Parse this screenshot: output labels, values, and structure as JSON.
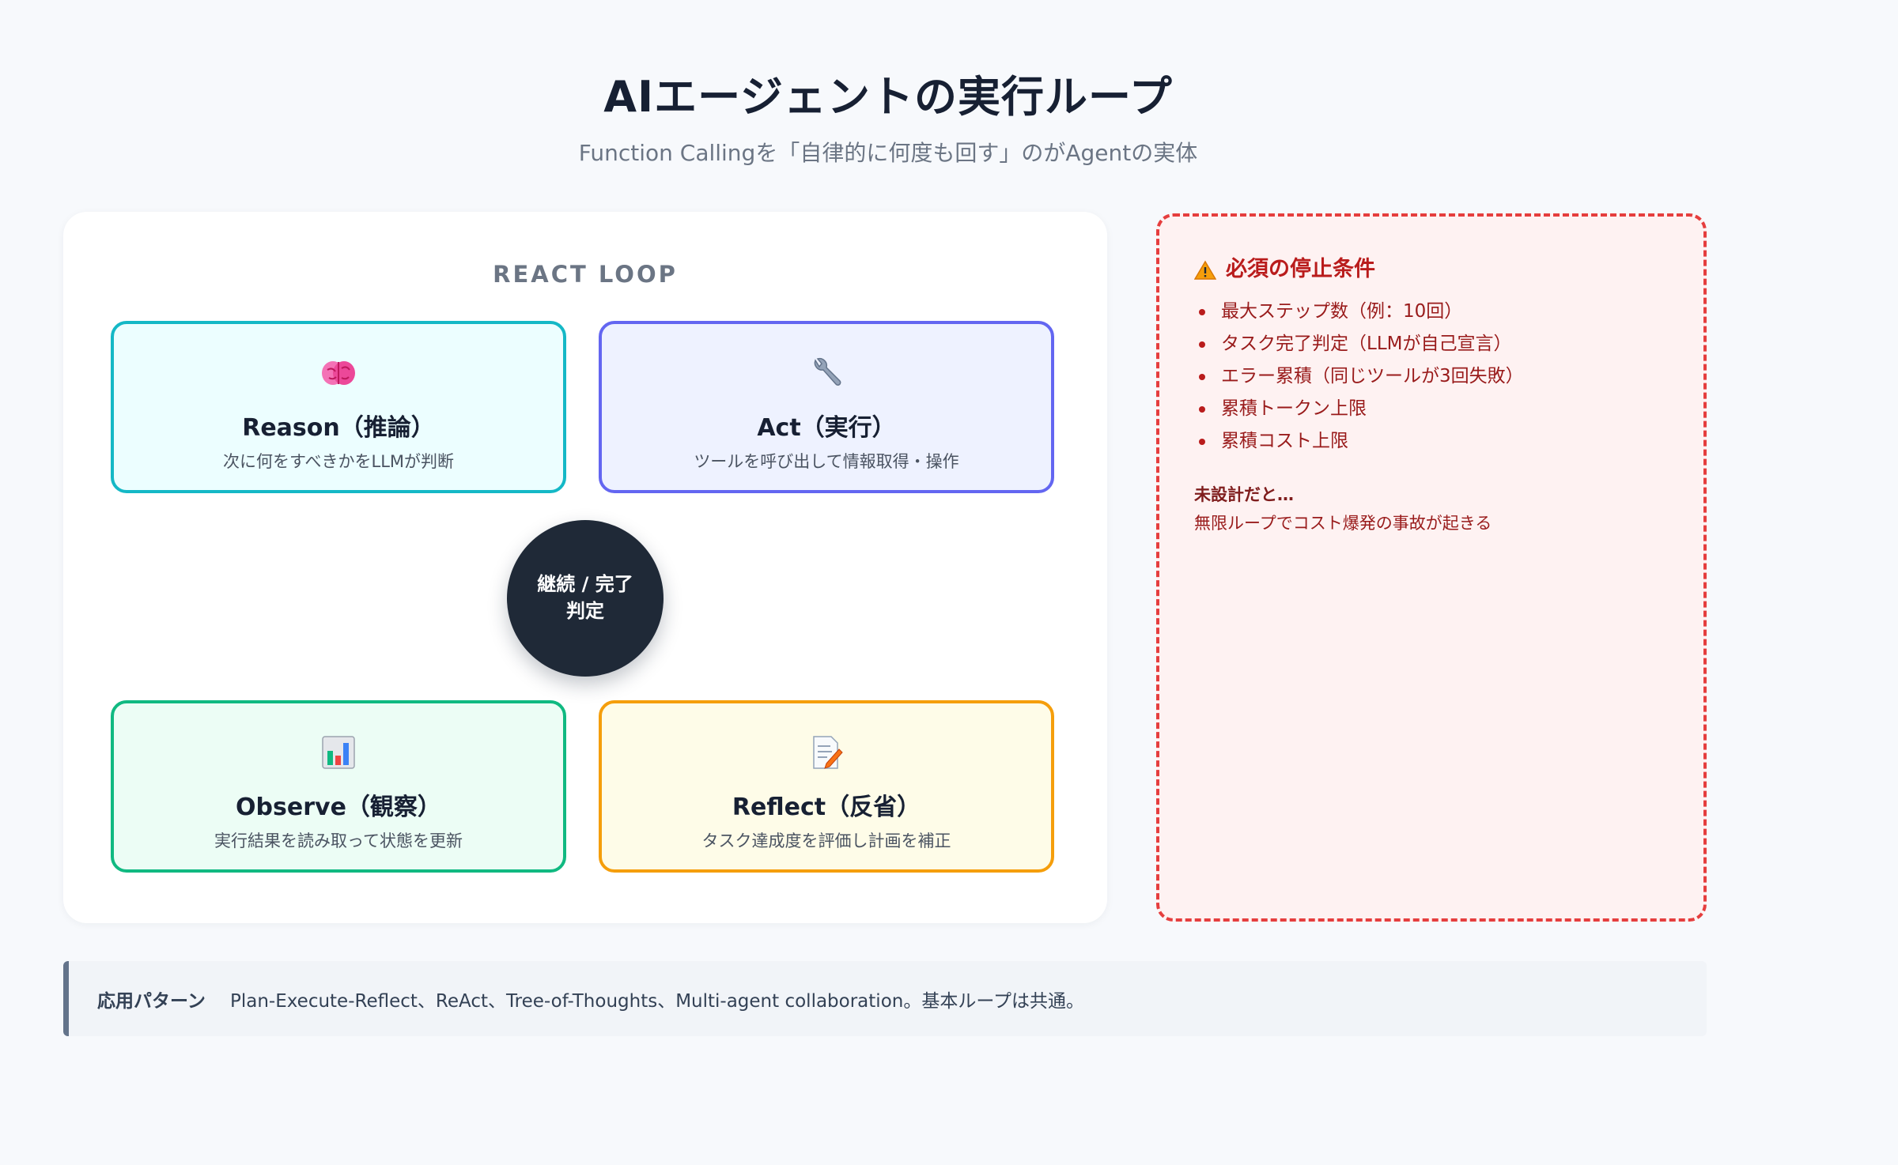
{
  "header": {
    "title": "AIエージェントの実行ループ",
    "subtitle": "Function Callingを「自律的に何度も回す」のがAgentの実体"
  },
  "loop": {
    "heading": "REACT LOOP",
    "hub_line1": "継続 / 完了",
    "hub_line2": "判定",
    "steps": [
      {
        "icon": "brain-icon",
        "name": "Reason（推論）",
        "desc": "次に何をすべきかをLLMが判断",
        "color": "#14b8c6"
      },
      {
        "icon": "wrench-icon",
        "name": "Act（実行）",
        "desc": "ツールを呼び出して情報取得・操作",
        "color": "#6366f1"
      },
      {
        "icon": "bar-chart-icon",
        "name": "Observe（観察）",
        "desc": "実行結果を読み取って状態を更新",
        "color": "#10b981"
      },
      {
        "icon": "memo-icon",
        "name": "Reflect（反省）",
        "desc": "タスク達成度を評価し計画を補正",
        "color": "#f59e0b"
      }
    ]
  },
  "stop_conditions": {
    "icon": "warning-icon",
    "title": "必須の停止条件",
    "items": [
      "最大ステップ数（例：10回）",
      "タスク完了判定（LLMが自己宣言）",
      "エラー累積（同じツールが3回失敗）",
      "累積トークン上限",
      "累積コスト上限"
    ],
    "warning_head": "未設計だと…",
    "warning_body": "無限ループでコスト爆発の事故が起きる",
    "accent": "#e53e3e"
  },
  "pattern": {
    "label": "応用パターン",
    "text": "Plan-Execute-Reflect、ReAct、Tree-of-Thoughts、Multi-agent collaboration。基本ループは共通。"
  }
}
